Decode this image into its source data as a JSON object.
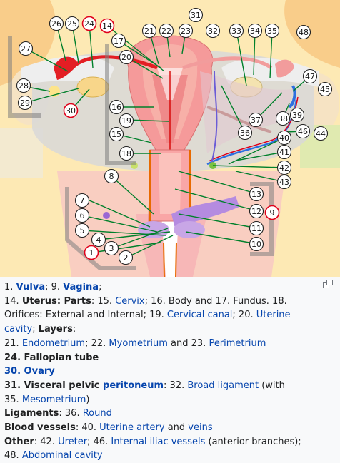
{
  "markers": [
    {
      "n": "1",
      "red": true
    },
    {
      "n": "2",
      "red": false
    },
    {
      "n": "3",
      "red": false
    },
    {
      "n": "4",
      "red": false
    },
    {
      "n": "5",
      "red": false
    },
    {
      "n": "6",
      "red": false
    },
    {
      "n": "7",
      "red": false
    },
    {
      "n": "8",
      "red": false
    },
    {
      "n": "9",
      "red": true
    },
    {
      "n": "10",
      "red": false
    },
    {
      "n": "11",
      "red": false
    },
    {
      "n": "12",
      "red": false
    },
    {
      "n": "13",
      "red": false
    },
    {
      "n": "14",
      "red": true
    },
    {
      "n": "15",
      "red": false
    },
    {
      "n": "16",
      "red": false
    },
    {
      "n": "17",
      "red": false
    },
    {
      "n": "18",
      "red": false
    },
    {
      "n": "19",
      "red": false
    },
    {
      "n": "20",
      "red": false
    },
    {
      "n": "21",
      "red": false
    },
    {
      "n": "22",
      "red": false
    },
    {
      "n": "23",
      "red": false
    },
    {
      "n": "24",
      "red": true
    },
    {
      "n": "25",
      "red": false
    },
    {
      "n": "26",
      "red": false
    },
    {
      "n": "27",
      "red": false
    },
    {
      "n": "28",
      "red": false
    },
    {
      "n": "29",
      "red": false
    },
    {
      "n": "30",
      "red": true
    },
    {
      "n": "31",
      "red": false
    },
    {
      "n": "32",
      "red": false
    },
    {
      "n": "33",
      "red": false
    },
    {
      "n": "34",
      "red": false
    },
    {
      "n": "35",
      "red": false
    },
    {
      "n": "36",
      "red": false
    },
    {
      "n": "37",
      "red": false
    },
    {
      "n": "38",
      "red": false
    },
    {
      "n": "39",
      "red": false
    },
    {
      "n": "40",
      "red": false
    },
    {
      "n": "41",
      "red": false
    },
    {
      "n": "42",
      "red": false
    },
    {
      "n": "43",
      "red": false
    },
    {
      "n": "44",
      "red": false
    },
    {
      "n": "45",
      "red": false
    },
    {
      "n": "46",
      "red": false
    },
    {
      "n": "47",
      "red": false
    },
    {
      "n": "48",
      "red": false
    }
  ],
  "caption": {
    "l1": {
      "n1": "1. ",
      "vulva": "Vulva",
      "sep": "; 9. ",
      "vagina": "Vagina",
      "end": ";"
    },
    "l2": {
      "n14": "14. ",
      "uterus": "Uterus",
      "parts": ": Parts",
      "n15": ": 15. ",
      "cervix": "Cervix",
      "body": "; 16. Body and 17. Fundus. 18. Orifices: External and Internal; 19. ",
      "canal": "Cervical canal",
      "n20": "; 20. ",
      "cavity": "Uterine cavity",
      "semi": "; ",
      "layers": "Layers",
      "colon": ":"
    },
    "l3": {
      "n21": "21. ",
      "endo": "Endometrium",
      "n22": "; 22. ",
      "myo": "Myometrium",
      "n23": " and 23. ",
      "peri": "Perimetrium"
    },
    "l4": {
      "tube": "24. Fallopian tube"
    },
    "l5": {
      "ovary": "30. Ovary"
    },
    "l6": {
      "n31": "31. Visceral pelvic ",
      "perit": "peritoneum",
      "n32": ": 32. ",
      "broad": "Broad ligament",
      "with": " (with"
    },
    "l7": {
      "n35": "35. ",
      "meso": "Mesometrium",
      "close": ")"
    },
    "l8": {
      "lig": "Ligaments",
      "n36": ": 36. ",
      "round": "Round"
    },
    "l9": {
      "bv": "Blood vessels",
      "n40": ": 40. ",
      "artery": "Uterine artery",
      "and": " and ",
      "veins": "veins"
    },
    "l10": {
      "other": "Other",
      "n42": ": 42. ",
      "ureter": "Ureter",
      "n46": "; 46. ",
      "iliac": "Internal iliac vessels",
      "ant": " (anterior branches);"
    },
    "l11": {
      "n48": "48. ",
      "abd": "Abdominal cavity"
    }
  },
  "colors": {
    "link": "#0645ad",
    "text": "#202122",
    "marker_red": "#e0001a"
  }
}
